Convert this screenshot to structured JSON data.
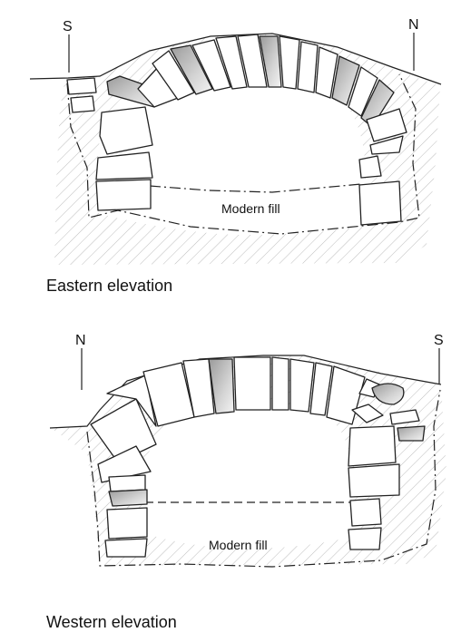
{
  "eastern": {
    "title": "Eastern elevation",
    "fill_label": "Modern fill",
    "orient_left": "S",
    "orient_right": "N"
  },
  "western": {
    "title": "Western elevation",
    "fill_label": "Modern fill",
    "orient_left": "N",
    "orient_right": "S"
  },
  "colors": {
    "ink": "#222222",
    "hatch": "#bdbdbd",
    "shaded_stone": "#c9c9c9",
    "background": "#ffffff"
  }
}
